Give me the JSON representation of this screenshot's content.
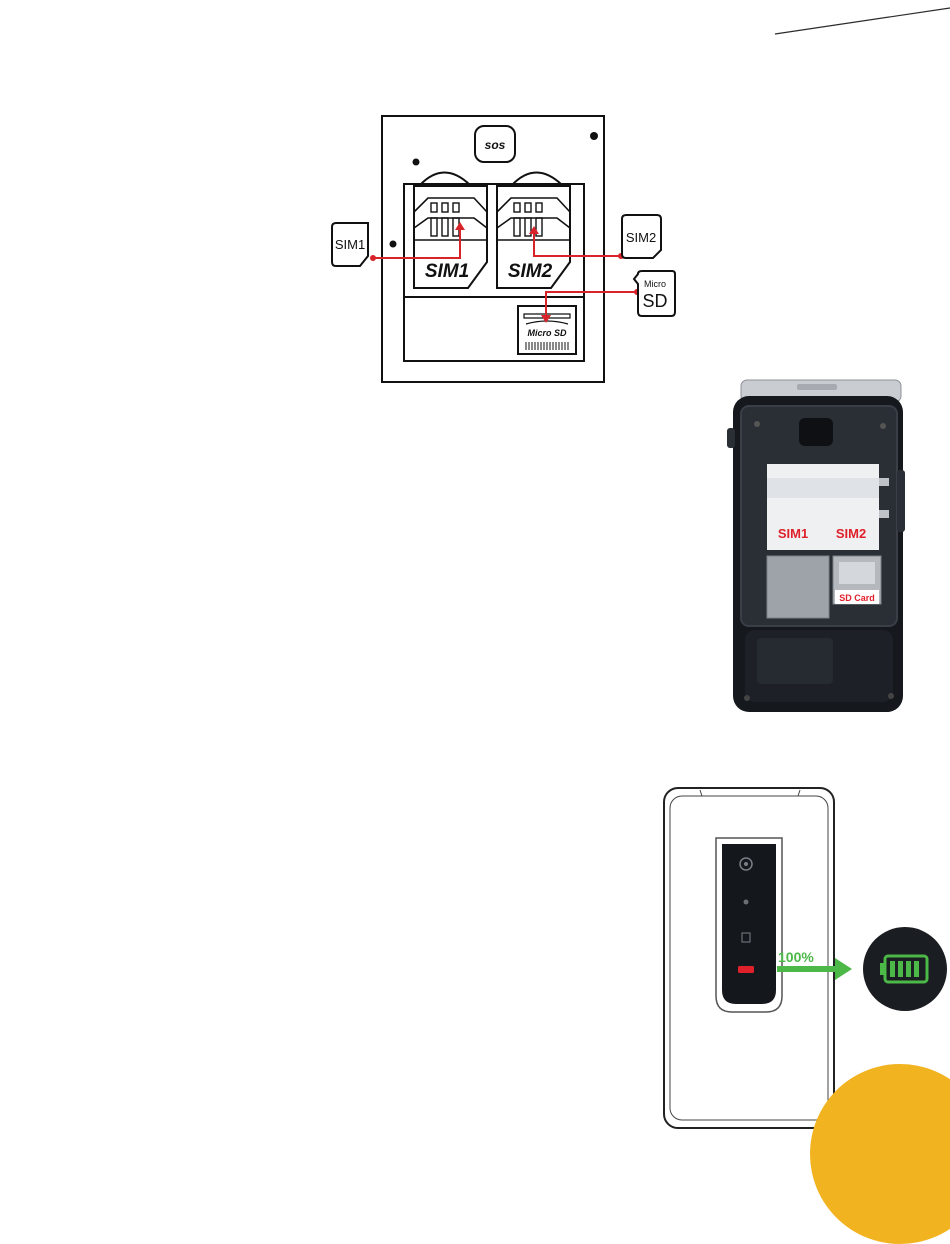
{
  "page": {
    "top_rule_color": "#2b2b2b",
    "accent_color": "#f2b320",
    "marker_color": "#d9232a",
    "charge_arrow_color": "#4cb848"
  },
  "diagram": {
    "sos_label": "sos",
    "slot1_label": "SIM1",
    "slot2_label": "SIM2",
    "microsd_slot_label": "Micro SD",
    "sim1_callout": "SIM1",
    "sim2_callout": "SIM2",
    "microsd_callout_top": "Micro",
    "microsd_callout_bottom": "SD"
  },
  "photo": {
    "sim1_label": "SIM1",
    "sim2_label": "SIM2",
    "sdcard_label": "SD Card"
  },
  "charging": {
    "percent_label": "100%",
    "battery_icon": "battery-full-icon"
  }
}
